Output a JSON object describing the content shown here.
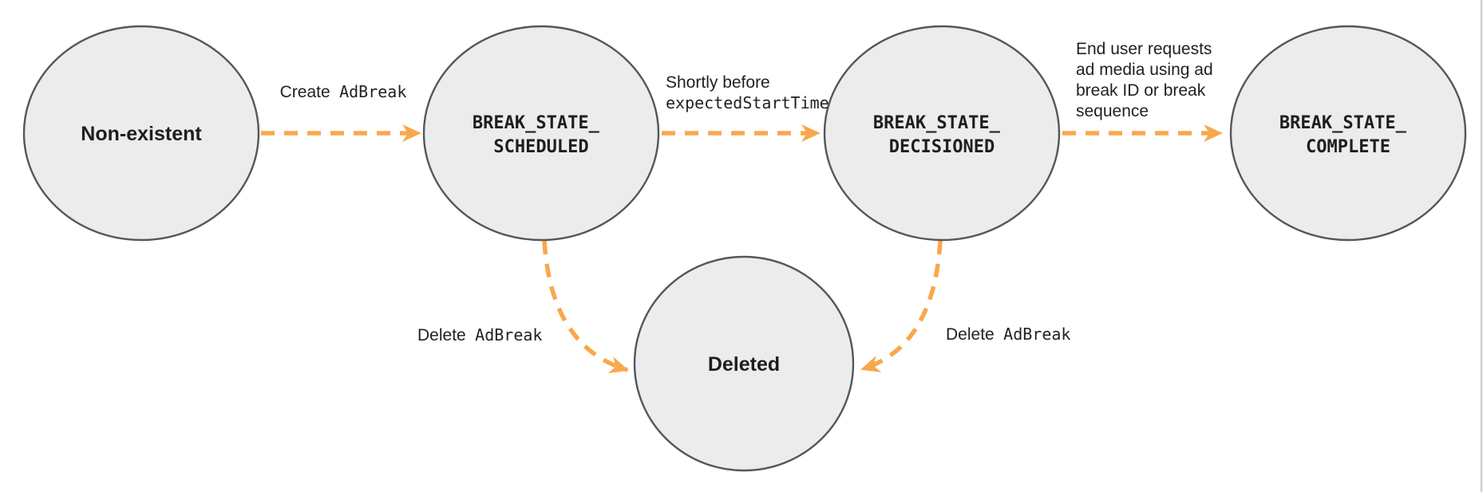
{
  "diagram": {
    "nodes": {
      "nonexistent": {
        "label": "Non-existent"
      },
      "scheduled": {
        "line1": "BREAK_STATE_",
        "line2": "SCHEDULED"
      },
      "decisioned": {
        "line1": "BREAK_STATE_",
        "line2": "DECISIONED"
      },
      "complete": {
        "line1": "BREAK_STATE_",
        "line2": "COMPLETE"
      },
      "deleted": {
        "label": "Deleted"
      }
    },
    "edges": {
      "create": {
        "text_sans": "Create",
        "text_mono": "AdBreak"
      },
      "shortly": {
        "line1_sans": "Shortly before",
        "line2_mono": "expectedStartTime"
      },
      "end_user": {
        "lines": [
          "End user requests",
          "ad media using ad",
          "break ID or break",
          "sequence"
        ]
      },
      "delete_left": {
        "text_sans": "Delete",
        "text_mono": "AdBreak"
      },
      "delete_right": {
        "text_sans": "Delete",
        "text_mono": "AdBreak"
      }
    },
    "colors": {
      "arrow": "#F8A84C",
      "node_fill": "#ECECEC",
      "node_stroke": "#55565A",
      "text": "#202124",
      "divider": "#D0D0D2"
    }
  }
}
